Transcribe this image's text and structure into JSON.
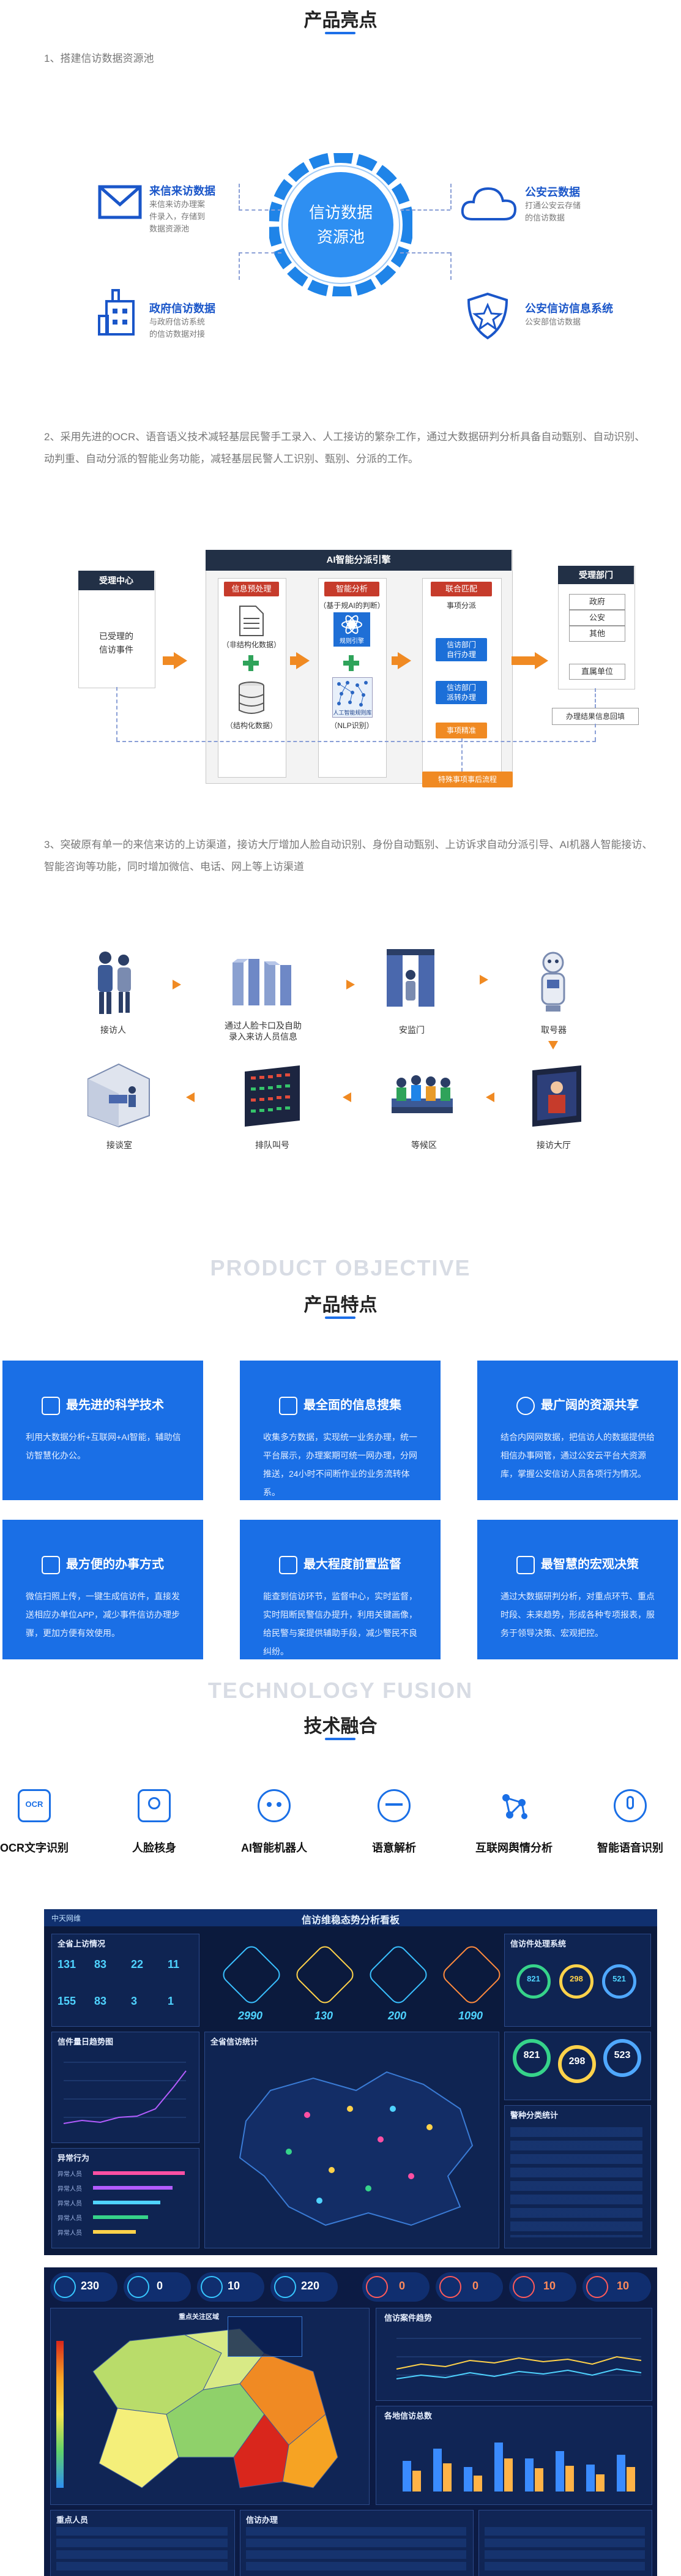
{
  "highlights": {
    "title": "产品亮点",
    "item1": "1、搭建信访数据资源池",
    "pool": {
      "center_line1": "信访数据",
      "center_line2": "资源池",
      "left_top": {
        "title": "来信来访数据",
        "desc1": "来信来访办理案",
        "desc2": "件录入，存储到",
        "desc3": "数据资源池"
      },
      "left_bottom": {
        "title": "政府信访数据",
        "desc1": "与政府信访系统",
        "desc2": "的信访数据对接"
      },
      "right_top": {
        "title": "公安云数据",
        "desc1": "打通公安云存储",
        "desc2": "的信访数据"
      },
      "right_bottom": {
        "title": "公安信访信息系统",
        "desc1": "公安部信访数据"
      }
    },
    "item2_line1": "2、采用先进的OCR、语音语义技术减轻基层民警手工录入、人工接访的繁杂工作，通过大数据研判分析具备自动甄别、自动识别、",
    "item2_line2": "动判重、自动分派的智能业务功能，减轻基层民警人工识别、甄别、分派的工作。",
    "ai_diagram": {
      "header": "AI智能分派引擎",
      "col1_tag": "信息预处理",
      "col2_tag": "智能分析",
      "col3_tag": "联合匹配",
      "left_head": "受理中心",
      "left_text1": "已受理的",
      "left_text2": "信访事件",
      "unstructured": "（非结构化数据）",
      "structured": "（结构化数据）",
      "knowledge": "（基于规AI的判断）",
      "rule_engine": "规则引擎",
      "nlp": "（NLP识别）",
      "ai_library": "人工智能规则库",
      "match_head": "事项分派",
      "blue1_line1": "信访部门",
      "blue1_line2": "自行办理",
      "blue2_line1": "信访部门",
      "blue2_line2": "派转办理",
      "orange_main": "事项精准",
      "right_head": "受理部门",
      "depts": [
        "政府",
        "公安",
        "其他"
      ],
      "dept_extra": "直属单位",
      "feedback": "办理结果信息回填",
      "bottom_tag": "特殊事项事后流程"
    },
    "item3_line1": "3、突破原有单一的来信来访的上访渠道，接访大厅增加人脸自动识别、身份自动甄别、上访诉求自动分派引导、AI机器人智能接访、",
    "item3_line2": "智能咨询等功能，同时增加微信、电话、网上等上访渠道",
    "flow": {
      "s1": "接访人",
      "s2_line1": "通过人脸卡口及自助",
      "s2_line2": "录入来访人员信息",
      "s3": "安监门",
      "s4": "取号器",
      "s5": "接访大厅",
      "s6": "等候区",
      "s7": "排队叫号",
      "s8": "接谈室"
    }
  },
  "features": {
    "en_title": "PRODUCT OBJECTIVE",
    "title": "产品特点",
    "cards": [
      {
        "title": "最先进的科学技术",
        "text": "利用大数据分析+互联网+AI智能，辅助信访智慧化办公。"
      },
      {
        "title": "最全面的信息搜集",
        "text": "收集多方数据，实现统一业务办理，统一平台展示，办理案期可统一网办理，分网推送，24小时不间断作业的业务流转体系。"
      },
      {
        "title": "最广阔的资源共享",
        "text": "结合内网网数据，把信访人的数据提供给相信办事网管，通过公安云平台大资源库，掌握公安信访人员各项行为情况。"
      },
      {
        "title": "最方便的办事方式",
        "text": "微信扫照上传，一键生成信访件，直接发送相应办单位APP，减少事件信访办理步骤，更加方便有效使用。"
      },
      {
        "title": "最大程度前置监督",
        "text": "能查到信访环节，监督中心，实时监督，实时阻断民警信办提升，利用关键画像，给民警与案提供辅助手段，减少警民不良纠纷。"
      },
      {
        "title": "最智慧的宏观决策",
        "text": "通过大数据研判分析，对重点环节、重点时段、未来趋势，形成各种专项报表，服务于领导决策、宏观把控。"
      }
    ]
  },
  "tech": {
    "en_title": "TECHNOLOGY FUSION",
    "title": "技术融合",
    "items": [
      {
        "label": "OCR文字识别",
        "icon": "OCR"
      },
      {
        "label": "人脸核身",
        "icon": ""
      },
      {
        "label": "AI智能机器人",
        "icon": ""
      },
      {
        "label": "语意解析",
        "icon": ""
      },
      {
        "label": "互联网舆情分析",
        "icon": ""
      },
      {
        "label": "智能语音识别",
        "icon": ""
      }
    ]
  },
  "dashboard1": {
    "logo": "中天网维",
    "title": "信访维稳态势分析看板",
    "p_overview": "全省上访情况",
    "overview_nums": [
      "131",
      "83",
      "22",
      "11",
      "155",
      "83",
      "3",
      "1"
    ],
    "hex_nums": [
      "2990",
      "130",
      "200",
      "1090"
    ],
    "p_system": "信访件处理系统",
    "rings_small": [
      "821",
      "298",
      "521"
    ],
    "p_trend": "信件量日趋势图",
    "p_map": "全省信访统计",
    "big_rings": [
      "821",
      "298",
      "523"
    ],
    "p_abnormal": "异常行为",
    "abnormal_rows": [
      "异常人员",
      "异常人员",
      "异常人员",
      "异常人员",
      "异常人员"
    ],
    "p_alarm": "警种分类统计"
  },
  "dashboard2": {
    "pills": [
      "230",
      "0",
      "10",
      "220",
      "0",
      "0",
      "10",
      "10"
    ],
    "map_title": "重点关注区域",
    "p_trend": "信访案件趋势",
    "p_stats": "各地信访总数",
    "p_list1": "重点人员",
    "p_list2": "信访办理"
  }
}
